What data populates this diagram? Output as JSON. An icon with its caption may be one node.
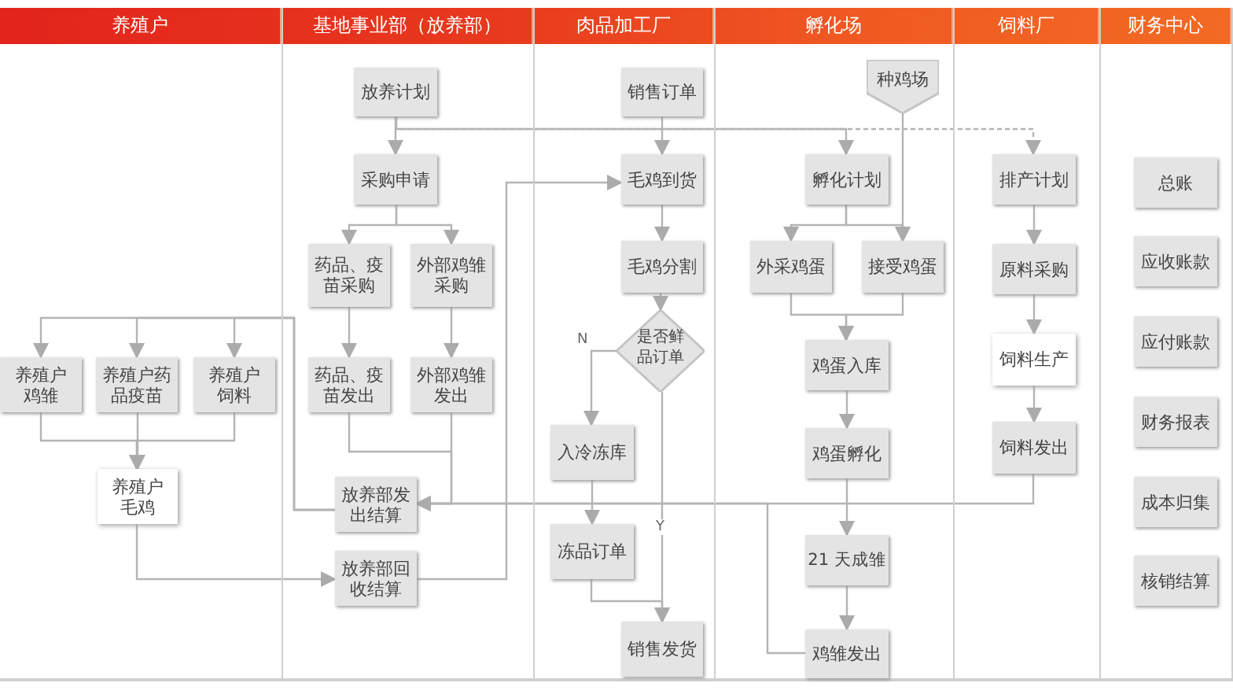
{
  "diagram": {
    "nodes": [
      {
        "text": [
          "养殖户"
        ]
      },
      {
        "text": [
          "基地事业部（放养部）"
        ]
      },
      {
        "text": [
          "肉品加工厂"
        ]
      },
      {
        "text": [
          "孵化场"
        ]
      },
      {
        "text": [
          "饲料厂"
        ]
      },
      {
        "text": [
          "财务中心"
        ]
      },
      {
        "text": [
          "养殖户鸡雏"
        ],
        "in": 0
      },
      {
        "text": [
          "养殖户药品疫苗"
        ],
        "in": 0
      },
      {
        "text": [
          "养殖户饲料"
        ],
        "in": 0
      },
      {
        "text": [
          "养殖户毛鸡"
        ],
        "in": 0
      },
      {
        "text": [
          "放养计划"
        ],
        "in": 1
      },
      {
        "text": [
          "采购申请"
        ],
        "in": 1
      },
      {
        "text": [
          "药品、疫苗采购"
        ],
        "in": 1
      },
      {
        "text": [
          "外部鸡雏采购"
        ],
        "in": 1
      },
      {
        "text": [
          "药品、疫苗发出"
        ],
        "in": 1
      },
      {
        "text": [
          "外部鸡雏发出"
        ],
        "in": 1
      },
      {
        "text": [
          "放养部发出结算"
        ],
        "in": 1
      },
      {
        "text": [
          "放养部回收结算"
        ],
        "in": 1
      },
      {
        "text": [
          "销售订单"
        ],
        "in": 2
      },
      {
        "text": [
          "毛鸡到货"
        ],
        "in": 2
      },
      {
        "text": [
          "毛鸡分割"
        ],
        "in": 2
      },
      {
        "text": [
          "是否鲜品订单"
        ],
        "in": 2
      },
      {
        "text": [
          "入冷冻库"
        ],
        "in": 2
      },
      {
        "text": [
          "冻品订单"
        ],
        "in": 2
      },
      {
        "text": [
          "销售发货"
        ],
        "in": 2
      },
      {
        "text": [
          "种鸡场"
        ],
        "in": 3
      },
      {
        "text": [
          "孵化计划"
        ],
        "in": 3
      },
      {
        "text": [
          "外采鸡蛋"
        ],
        "in": 3
      },
      {
        "text": [
          "接受鸡蛋"
        ],
        "in": 3
      },
      {
        "text": [
          "鸡蛋入库"
        ],
        "in": 3
      },
      {
        "text": [
          "鸡蛋孵化"
        ],
        "in": 3
      },
      {
        "text": [
          "21 天成雏"
        ],
        "in": 3
      },
      {
        "text": [
          "鸡雏发出"
        ],
        "in": 3
      },
      {
        "text": [
          "排产计划"
        ],
        "in": 4
      },
      {
        "text": [
          "原料采购"
        ],
        "in": 4
      },
      {
        "text": [
          "饲料生产"
        ],
        "in": 4
      },
      {
        "text": [
          "饲料发出"
        ],
        "in": 4
      },
      {
        "text": [
          "总账"
        ],
        "in": 5
      },
      {
        "text": [
          "应收账款"
        ],
        "in": 5
      },
      {
        "text": [
          "应付账款"
        ],
        "in": 5
      },
      {
        "text": [
          "财务报表"
        ],
        "in": 5
      },
      {
        "text": [
          "成本归集"
        ],
        "in": 5
      },
      {
        "text": [
          "核销结算"
        ],
        "in": 5
      }
    ],
    "edges": [
      {
        "from": 10,
        "to": 11,
        "arrow": "to"
      },
      {
        "from": 10,
        "to": 26,
        "arrow": "to"
      },
      {
        "from": 10,
        "to": 33,
        "arrow": "to",
        "style": "dashed"
      },
      {
        "from": 11,
        "to": 12,
        "arrow": "to"
      },
      {
        "from": 11,
        "to": 13,
        "arrow": "to"
      },
      {
        "from": 12,
        "to": 14,
        "arrow": "to"
      },
      {
        "from": 13,
        "to": 15,
        "arrow": "to"
      },
      {
        "from": 14,
        "to": 16,
        "arrow": "to"
      },
      {
        "from": 15,
        "to": 16,
        "arrow": "to"
      },
      {
        "from": 32,
        "to": 16,
        "arrow": "to"
      },
      {
        "from": 36,
        "to": 16,
        "arrow": "to"
      },
      {
        "from": 16,
        "to": 6,
        "arrow": "to"
      },
      {
        "from": 16,
        "to": 7,
        "arrow": "to"
      },
      {
        "from": 16,
        "to": 8,
        "arrow": "to"
      },
      {
        "from": 6,
        "to": 9,
        "arrow": "to"
      },
      {
        "from": 7,
        "to": 9,
        "arrow": "to"
      },
      {
        "from": 8,
        "to": 9,
        "arrow": "to"
      },
      {
        "from": 9,
        "to": 17,
        "arrow": "to"
      },
      {
        "from": 17,
        "to": 19,
        "arrow": "to"
      },
      {
        "from": 18,
        "to": 19,
        "arrow": "to"
      },
      {
        "from": 19,
        "to": 20,
        "arrow": "to"
      },
      {
        "from": 20,
        "to": 21,
        "arrow": "to"
      },
      {
        "from": 21,
        "to": 22,
        "label": "N",
        "arrow": "to"
      },
      {
        "from": 21,
        "to": 24,
        "label": "Y",
        "arrow": "to"
      },
      {
        "from": 22,
        "to": 23,
        "arrow": "to"
      },
      {
        "from": 23,
        "to": 24,
        "arrow": "to"
      },
      {
        "from": 25,
        "to": 28,
        "arrow": "to"
      },
      {
        "from": 26,
        "to": 27,
        "arrow": "to"
      },
      {
        "from": 26,
        "to": 28,
        "arrow": "to"
      },
      {
        "from": 27,
        "to": 29,
        "arrow": "to"
      },
      {
        "from": 28,
        "to": 29,
        "arrow": "to"
      },
      {
        "from": 29,
        "to": 30,
        "arrow": "to"
      },
      {
        "from": 30,
        "to": 31,
        "arrow": "to"
      },
      {
        "from": 31,
        "to": 32,
        "arrow": "to"
      },
      {
        "from": 33,
        "to": 34,
        "arrow": "to"
      },
      {
        "from": 34,
        "to": 35,
        "arrow": "to"
      },
      {
        "from": 35,
        "to": 36,
        "arrow": "to"
      }
    ]
  }
}
